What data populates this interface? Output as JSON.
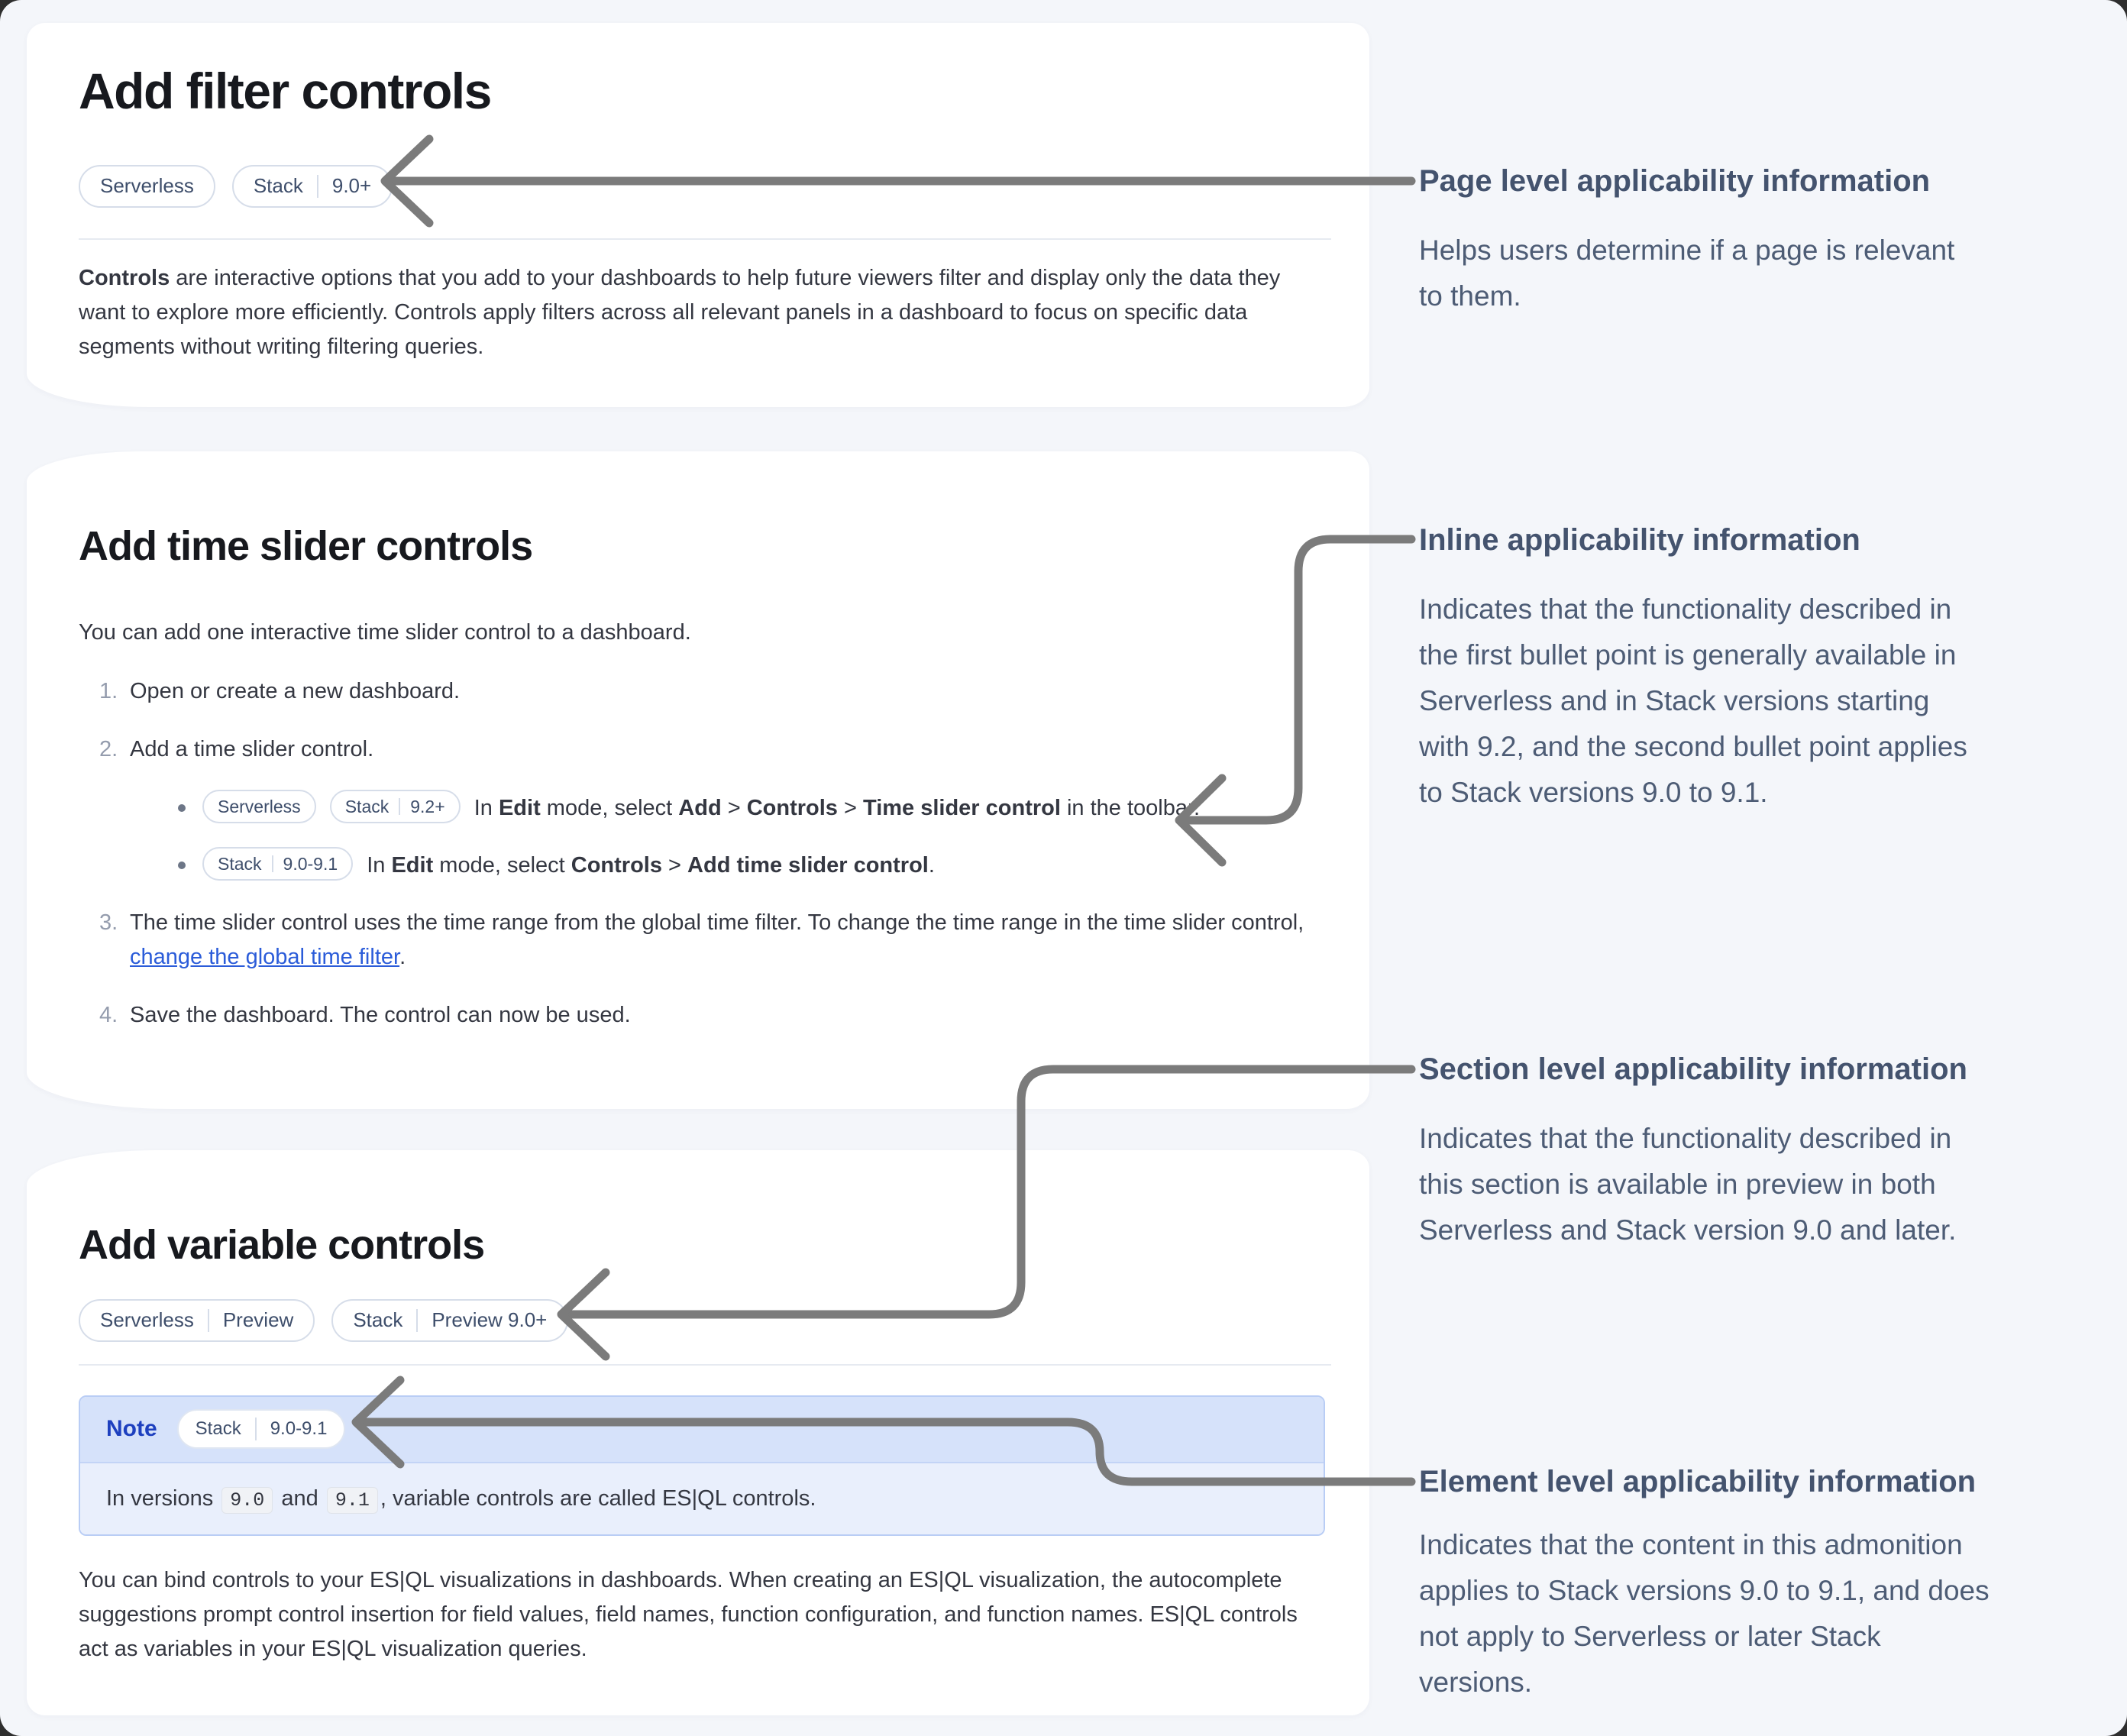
{
  "cards": [
    {
      "title": "Add filter controls",
      "badges": [
        {
          "segments": [
            "Serverless"
          ]
        },
        {
          "segments": [
            "Stack",
            "9.0+"
          ]
        }
      ],
      "paragraph": [
        {
          "v": "Controls",
          "b": true
        },
        {
          "v": " are interactive options that you add to your dashboards to help future viewers filter and display only the data they want to explore more efficiently. Controls apply filters across all relevant panels in a dashboard to focus on specific data segments without writing filtering queries."
        }
      ]
    },
    {
      "title": "Add time slider controls",
      "intro": "You can add one interactive time slider control to a dashboard.",
      "steps": [
        {
          "num": "1.",
          "segments": [
            {
              "v": "Open or create a new dashboard."
            }
          ]
        },
        {
          "num": "2.",
          "segments": [
            {
              "v": "Add a time slider control."
            }
          ]
        },
        {
          "num": "3.",
          "segments": [
            {
              "v": "The time slider control uses the time range from the global time filter. To change the time range in the time slider control, "
            },
            {
              "v": "change the global time filter",
              "link": true
            },
            {
              "v": "."
            }
          ]
        },
        {
          "num": "4.",
          "segments": [
            {
              "v": "Save the dashboard. The control can now be used."
            }
          ]
        }
      ],
      "bullets": [
        {
          "badges": [
            {
              "segments": [
                "Serverless"
              ]
            },
            {
              "segments": [
                "Stack",
                "9.2+"
              ]
            }
          ],
          "segments": [
            {
              "v": "In "
            },
            {
              "v": "Edit",
              "b": true
            },
            {
              "v": " mode, select "
            },
            {
              "v": "Add",
              "b": true
            },
            {
              "v": " > "
            },
            {
              "v": "Controls",
              "b": true
            },
            {
              "v": " > "
            },
            {
              "v": "Time slider control",
              "b": true
            },
            {
              "v": " in the toolbar."
            }
          ]
        },
        {
          "badges": [
            {
              "segments": [
                "Stack",
                "9.0-9.1"
              ]
            }
          ],
          "segments": [
            {
              "v": "In "
            },
            {
              "v": "Edit",
              "b": true
            },
            {
              "v": " mode, select "
            },
            {
              "v": "Controls",
              "b": true
            },
            {
              "v": " > "
            },
            {
              "v": "Add time slider control",
              "b": true
            },
            {
              "v": "."
            }
          ]
        }
      ]
    },
    {
      "title": "Add variable controls",
      "badges": [
        {
          "segments": [
            "Serverless",
            "Preview"
          ]
        },
        {
          "segments": [
            "Stack",
            "Preview 9.0+"
          ]
        }
      ],
      "note": {
        "label": "Note",
        "badge": {
          "segments": [
            "Stack",
            "9.0-9.1"
          ]
        },
        "segments": [
          {
            "v": "In versions "
          },
          {
            "v": "9.0",
            "code": true
          },
          {
            "v": " and "
          },
          {
            "v": "9.1",
            "code": true
          },
          {
            "v": ", variable controls are called ES|QL controls."
          }
        ]
      },
      "paragraph": [
        {
          "v": "You can bind controls to your ES|QL visualizations in dashboards. When creating an ES|QL visualization, the autocomplete suggestions prompt control insertion for field values, field names, function configuration, and function names. ES|QL controls act as variables in your ES|QL visualization queries."
        }
      ]
    }
  ],
  "annotations": [
    {
      "title": "Page level applicability information",
      "lines": [
        "Helps users determine if a page is relevant",
        "to them."
      ]
    },
    {
      "title": "Inline applicability information",
      "lines": [
        "Indicates that the functionality described in",
        "the first bullet point is generally available in",
        "Serverless and in Stack versions starting",
        "with 9.2, and the second bullet point applies",
        "to Stack versions 9.0 to 9.1."
      ]
    },
    {
      "title": "Section level applicability information",
      "lines": [
        "Indicates that the functionality described in",
        "this section is available in preview in both",
        "Serverless and Stack version 9.0 and later."
      ]
    },
    {
      "title": "Element level applicability information",
      "lines": [
        "Indicates that the content in this admonition",
        "applies to Stack versions 9.0 to 9.1, and does",
        "not apply to Serverless or later Stack",
        "versions."
      ]
    }
  ],
  "colors": {
    "accent_link": "#2b5cd9",
    "note_label": "#1e40bf",
    "arrow": "#7b7b7b",
    "page_background": "#f4f6fa"
  }
}
